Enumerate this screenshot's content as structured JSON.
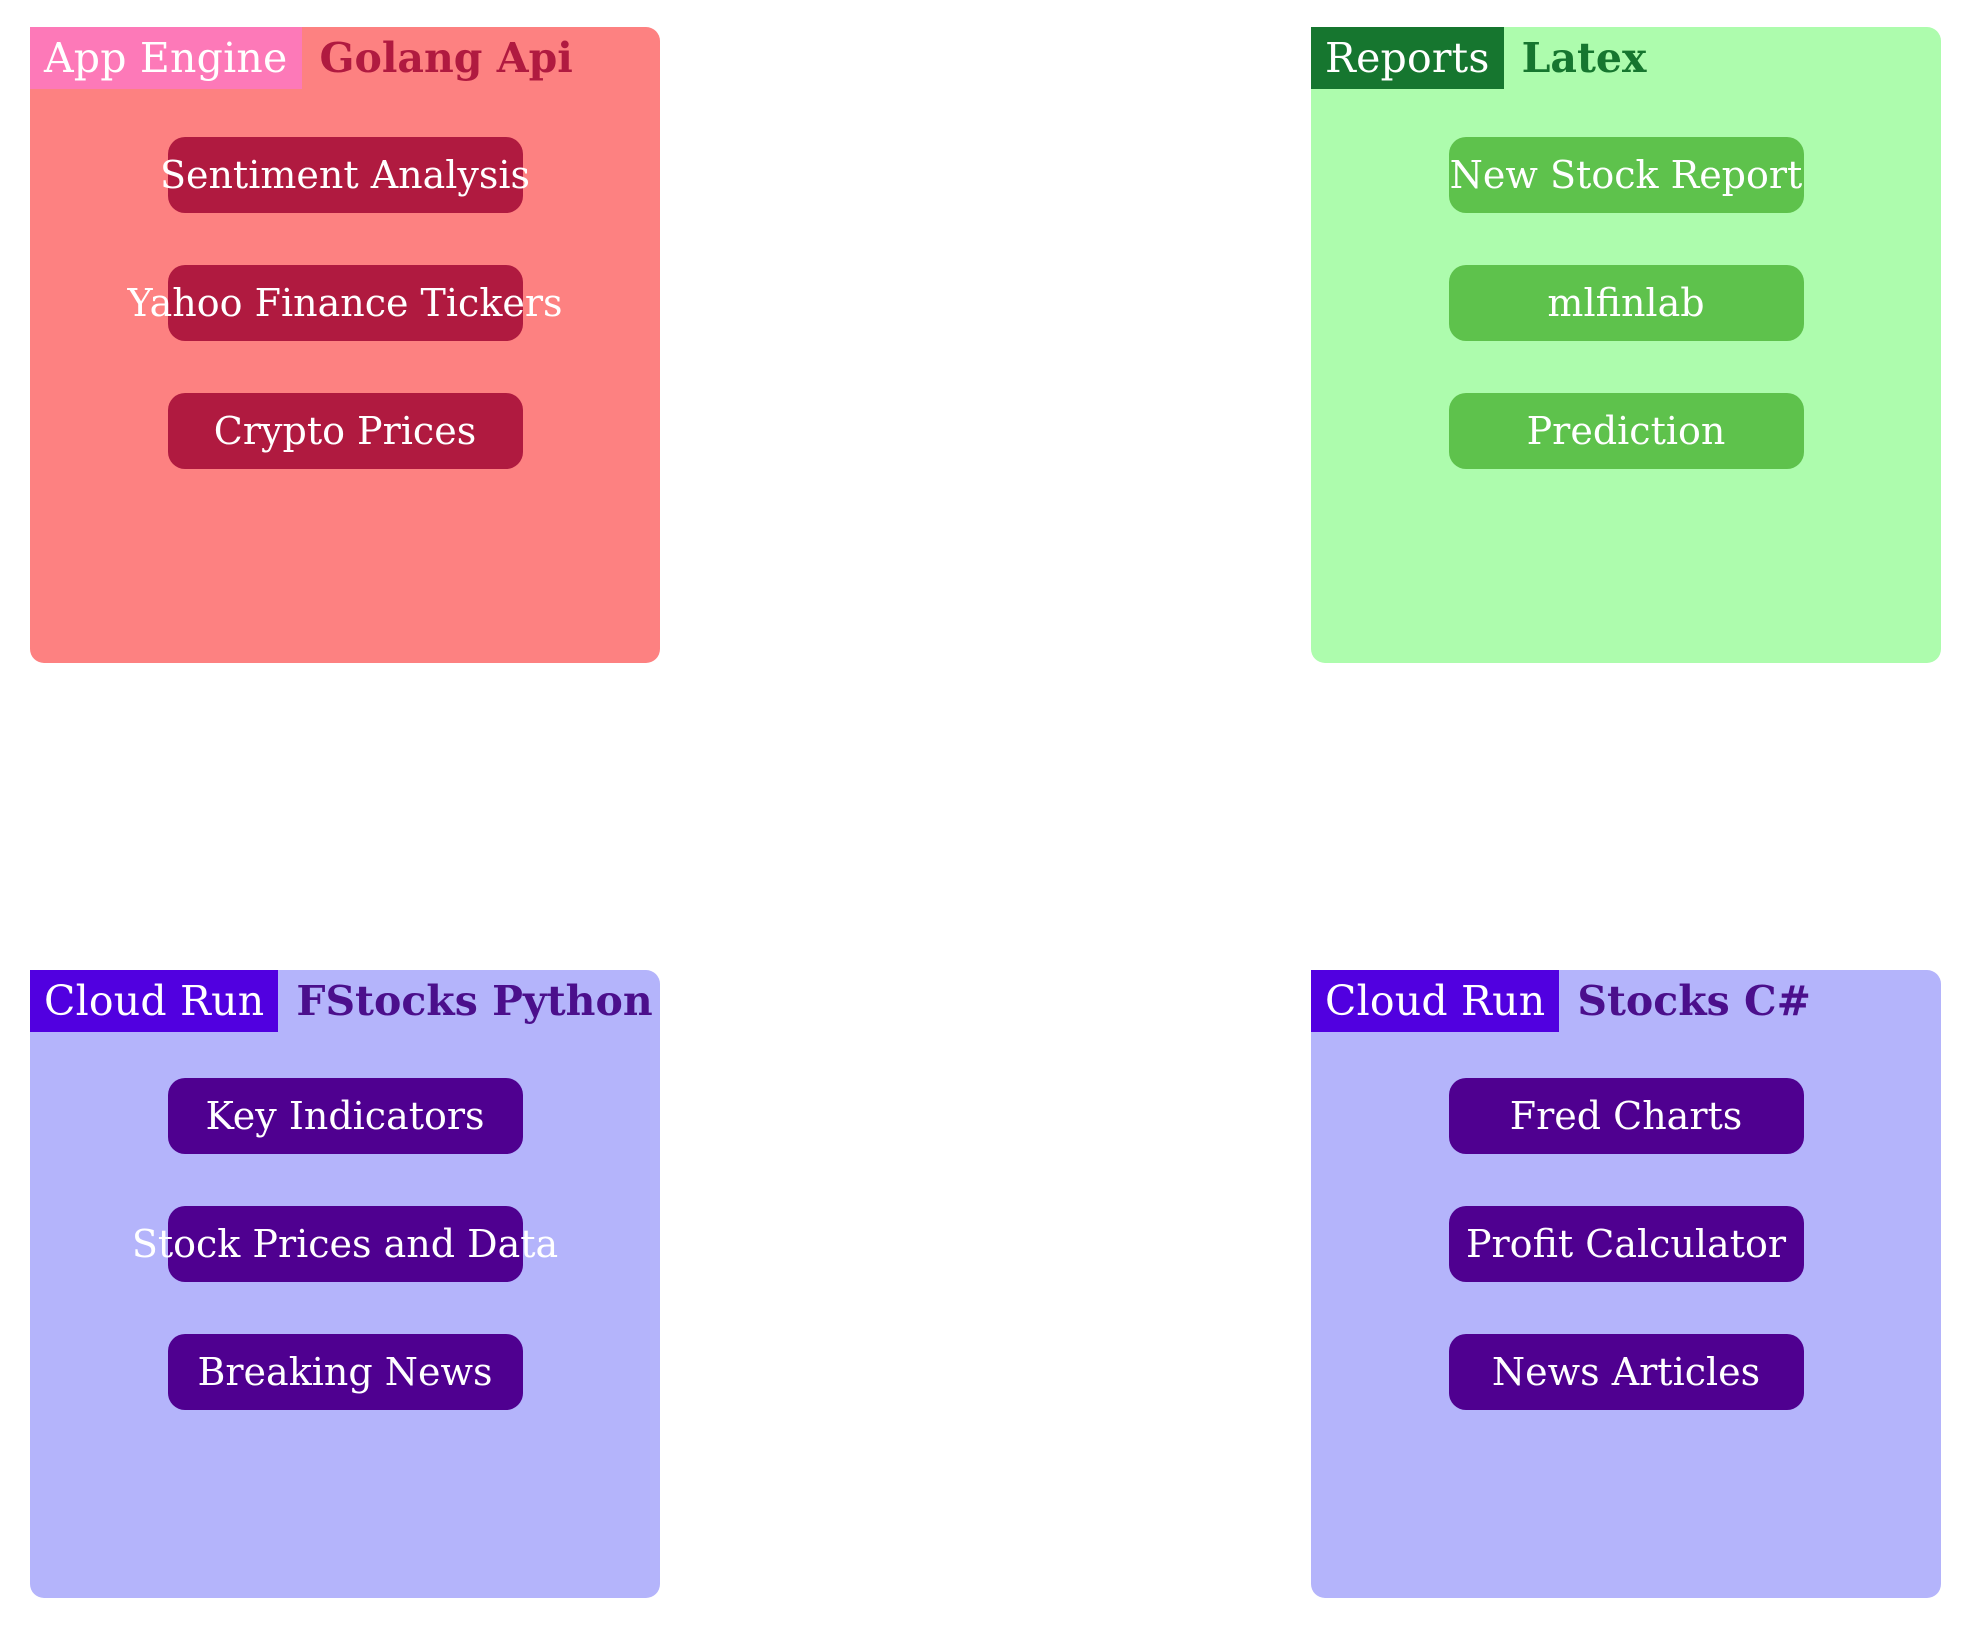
{
  "diagram": {
    "type": "architecture-block-diagram",
    "layout": "2x2-grid",
    "background_color": "#ffffff",
    "panels": [
      {
        "id": "golang-api",
        "position": "top-left",
        "badge": "App Engine",
        "title": "Golang Api",
        "badge_bg": "#fd79b8",
        "badge_fg": "#ffffff",
        "panel_bg": "#fd8181",
        "title_color": "#b01a40",
        "node_bg": "#b01a40",
        "node_fg": "#ffffff",
        "nodes": [
          "Sentiment Analysis",
          "Yahoo Finance Tickers",
          "Crypto Prices"
        ]
      },
      {
        "id": "latex-reports",
        "position": "top-right",
        "badge": "Reports",
        "title": "Latex",
        "badge_bg": "#16762f",
        "badge_fg": "#ffffff",
        "panel_bg": "#adfcad",
        "title_color": "#16762f",
        "node_bg": "#5ec24c",
        "node_fg": "#ffffff",
        "nodes": [
          "New Stock Report",
          "mlfinlab",
          "Prediction"
        ]
      },
      {
        "id": "fstocks-python",
        "position": "bottom-left",
        "badge": "Cloud Run",
        "title": "FStocks Python",
        "badge_bg": "#5100e0",
        "badge_fg": "#ffffff",
        "panel_bg": "#b4b4fb",
        "title_color": "#4b0f8c",
        "node_bg": "#4f0090",
        "node_fg": "#ffffff",
        "nodes": [
          "Key Indicators",
          "Stock Prices and Data",
          "Breaking News"
        ]
      },
      {
        "id": "stocks-csharp",
        "position": "bottom-right",
        "badge": "Cloud Run",
        "title": "Stocks C#",
        "badge_bg": "#5100e0",
        "badge_fg": "#ffffff",
        "panel_bg": "#b4b4fb",
        "title_color": "#4b0f8c",
        "node_bg": "#4f0090",
        "node_fg": "#ffffff",
        "nodes": [
          "Fred Charts",
          "Profit Calculator",
          "News Articles"
        ]
      }
    ]
  }
}
